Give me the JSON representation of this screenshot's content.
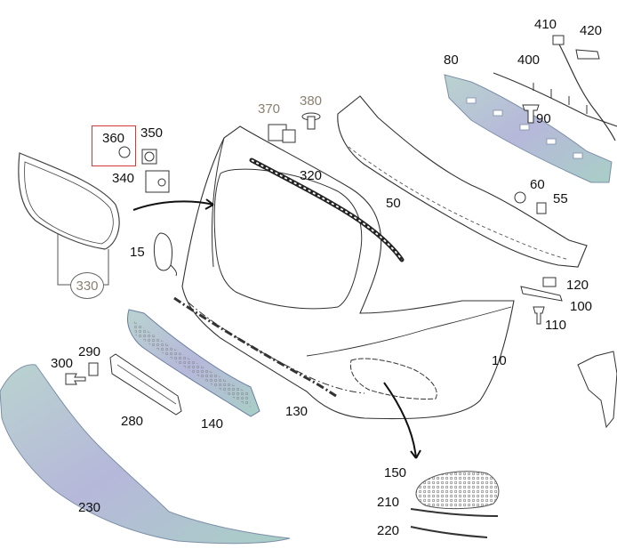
{
  "diagram": {
    "parts": [
      {
        "id": "p410",
        "label": "410"
      },
      {
        "id": "p420",
        "label": "420"
      },
      {
        "id": "p80",
        "label": "80"
      },
      {
        "id": "p400",
        "label": "400"
      },
      {
        "id": "p90",
        "label": "90"
      },
      {
        "id": "p370",
        "label": "370"
      },
      {
        "id": "p380",
        "label": "380"
      },
      {
        "id": "p360",
        "label": "360"
      },
      {
        "id": "p350",
        "label": "350"
      },
      {
        "id": "p340",
        "label": "340"
      },
      {
        "id": "p320",
        "label": "320"
      },
      {
        "id": "p50",
        "label": "50"
      },
      {
        "id": "p60",
        "label": "60"
      },
      {
        "id": "p55",
        "label": "55"
      },
      {
        "id": "p15",
        "label": "15"
      },
      {
        "id": "p330",
        "label": "330"
      },
      {
        "id": "p120",
        "label": "120"
      },
      {
        "id": "p100",
        "label": "100"
      },
      {
        "id": "p110",
        "label": "110"
      },
      {
        "id": "p290",
        "label": "290"
      },
      {
        "id": "p300",
        "label": "300"
      },
      {
        "id": "p10",
        "label": "10"
      },
      {
        "id": "p280",
        "label": "280"
      },
      {
        "id": "p140",
        "label": "140"
      },
      {
        "id": "p130",
        "label": "130"
      },
      {
        "id": "p150",
        "label": "150"
      },
      {
        "id": "p210",
        "label": "210"
      },
      {
        "id": "p220",
        "label": "220"
      },
      {
        "id": "p230",
        "label": "230"
      }
    ],
    "colors": {
      "line": "#2a2a2a",
      "highlight_box": "#d23a3a",
      "tinted_part": "#a9c6c4",
      "tinted_part_edge": "#7d8fa8",
      "grey_label": "#8a8170"
    }
  }
}
